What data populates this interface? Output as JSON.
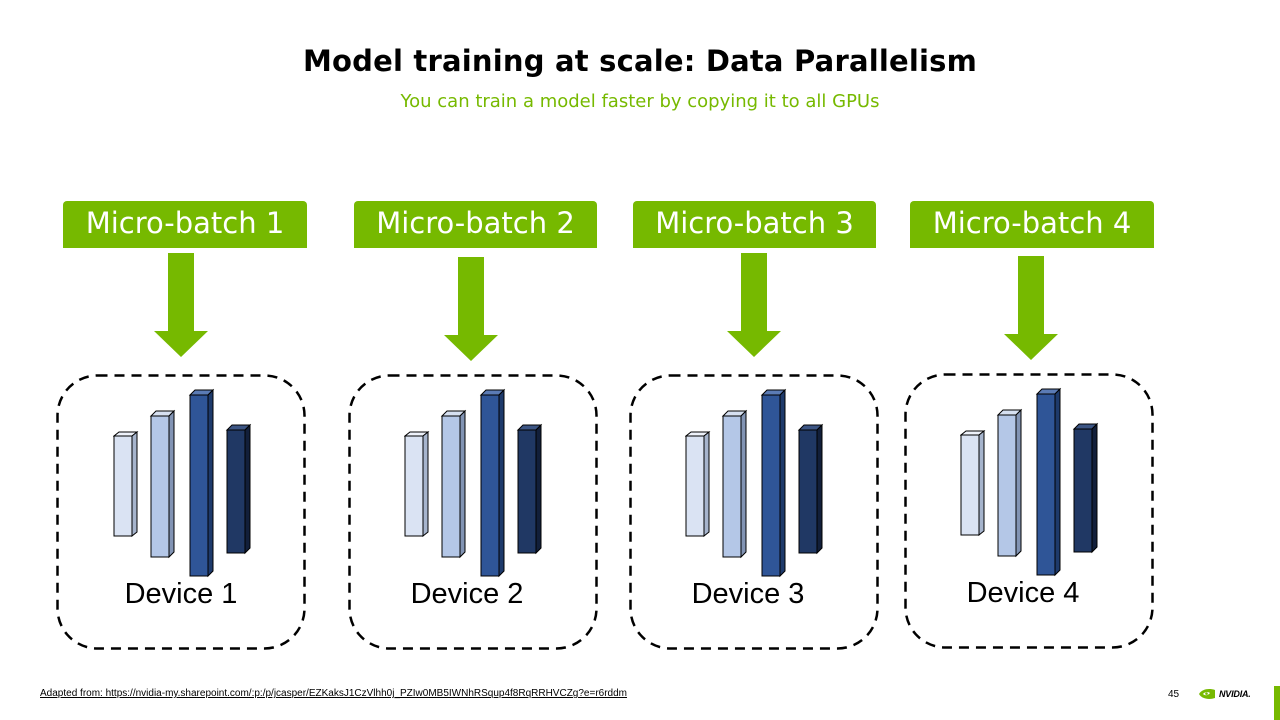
{
  "slide": {
    "title": "Model training at scale: Data Parallelism",
    "subtitle": "You can train a model faster by copying it to all GPUs"
  },
  "colors": {
    "accent_green": "#76b900",
    "layer_lightest": "#dae3f3",
    "layer_light": "#b4c7e7",
    "layer_mid": "#2f5597",
    "layer_dark": "#203864"
  },
  "icons": {
    "arrow": "down-arrow-icon",
    "model": "model-layers-icon",
    "logo": "nvidia-logo-icon"
  },
  "columns": [
    {
      "batch_label": "Micro-batch 1",
      "device_label": "Device 1"
    },
    {
      "batch_label": "Micro-batch 2",
      "device_label": "Device 2"
    },
    {
      "batch_label": "Micro-batch 3",
      "device_label": "Device 3"
    },
    {
      "batch_label": "Micro-batch 4",
      "device_label": "Device 4"
    }
  ],
  "footer": {
    "source": "Adapted from: https://nvidia-my.sharepoint.com/:p:/p/jcasper/EZKaksJ1CzVlhh0j_PZIw0MB5IWNhRSqup4f8RqRRHVCZg?e=r6rddm",
    "page_number": "45",
    "logo_text": "NVIDIA."
  }
}
